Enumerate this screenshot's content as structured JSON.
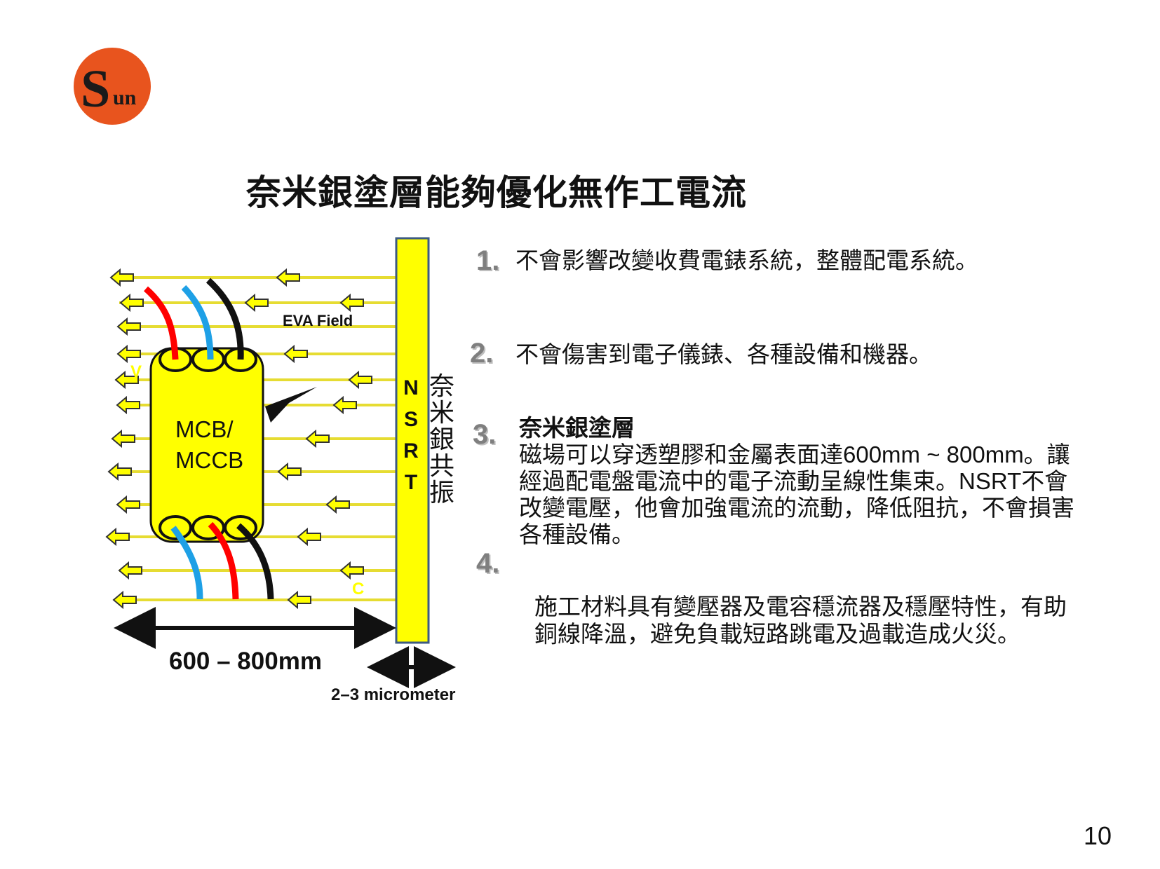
{
  "header": {
    "logo_text": "Sun",
    "title": "奈米銀塗層能夠優化無作工電流"
  },
  "diagram": {
    "breaker_label_line1": "MCB/",
    "breaker_label_line2": "MCCB",
    "field_label": "EVA Field",
    "nsrt_letters": [
      "N",
      "S",
      "R",
      "T"
    ],
    "coating_chars": [
      "奈",
      "米",
      "銀",
      "共",
      "振"
    ],
    "v_label": "V",
    "c_label": "C",
    "distance_label": "600 – 800mm",
    "thickness_label": "2–3 micrometer",
    "colors": {
      "coating": "#ffff00",
      "field_line": "#e6dc32",
      "arrow_fill": "#ffff00",
      "wire_red": "#ff0000",
      "wire_blue": "#1ea0e6",
      "wire_black": "#111111",
      "logo": "#e8541e"
    }
  },
  "points": [
    {
      "num": "1.",
      "lines": [
        "不會影響改變收費電錶系統，整體配電系統。"
      ]
    },
    {
      "num": "2.",
      "lines": [
        "不會傷害到電子儀錶、各種設備和機器。"
      ]
    },
    {
      "num": "3.",
      "title": "奈米銀塗層",
      "lines": [
        "磁場可以穿透塑膠和金屬表面達600mm ~ 800mm。讓",
        "經過配電盤電流中的電子流動呈線性集束。NSRT不會",
        "改變電壓，他會加強電流的流動，降低阻抗，不會損害",
        "各種設備。"
      ]
    },
    {
      "num": "4.",
      "lines": [
        "施工材料具有變壓器及電容穩流器及穩壓特性，有助",
        "銅線降溫，避免負載短路跳電及過載造成火災。"
      ]
    }
  ],
  "page_number": "10"
}
